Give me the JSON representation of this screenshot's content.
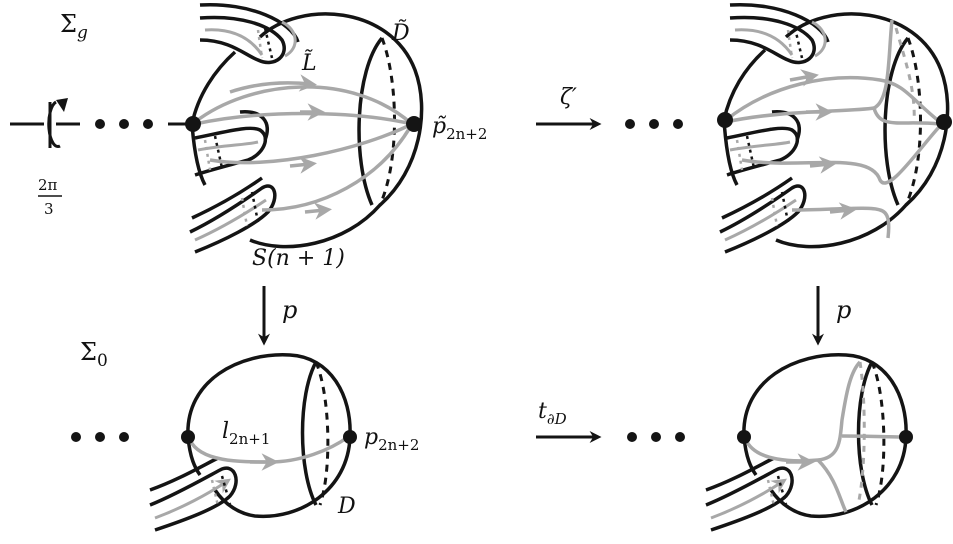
{
  "colors": {
    "ink": "#141414",
    "curve": "#a8a8a8",
    "background": "#ffffff"
  },
  "labels": {
    "sigma_g": "Σ",
    "sigma_g_sub": "g",
    "sigma_0": "Σ",
    "sigma_0_sub": "0",
    "rotation_num": "2π",
    "rotation_den": "3",
    "L_tilde": "L̃",
    "D_tilde": "D̃",
    "p_tilde": "p̃",
    "p_tilde_sub": "2n+2",
    "S_label": "S(n + 1)",
    "zeta": "ζ′",
    "p_left": "p",
    "p_right": "p",
    "l_label": "l",
    "l_sub": "2n+1",
    "p_label": "p",
    "p_sub": "2n+2",
    "D_label": "D",
    "t_label": "t",
    "t_sub": "∂D",
    "ellipsis": "• • •"
  },
  "icons": [
    "rotation-arrow-icon",
    "arrow-right-icon",
    "arrow-down-icon",
    "marked-point-icon"
  ]
}
